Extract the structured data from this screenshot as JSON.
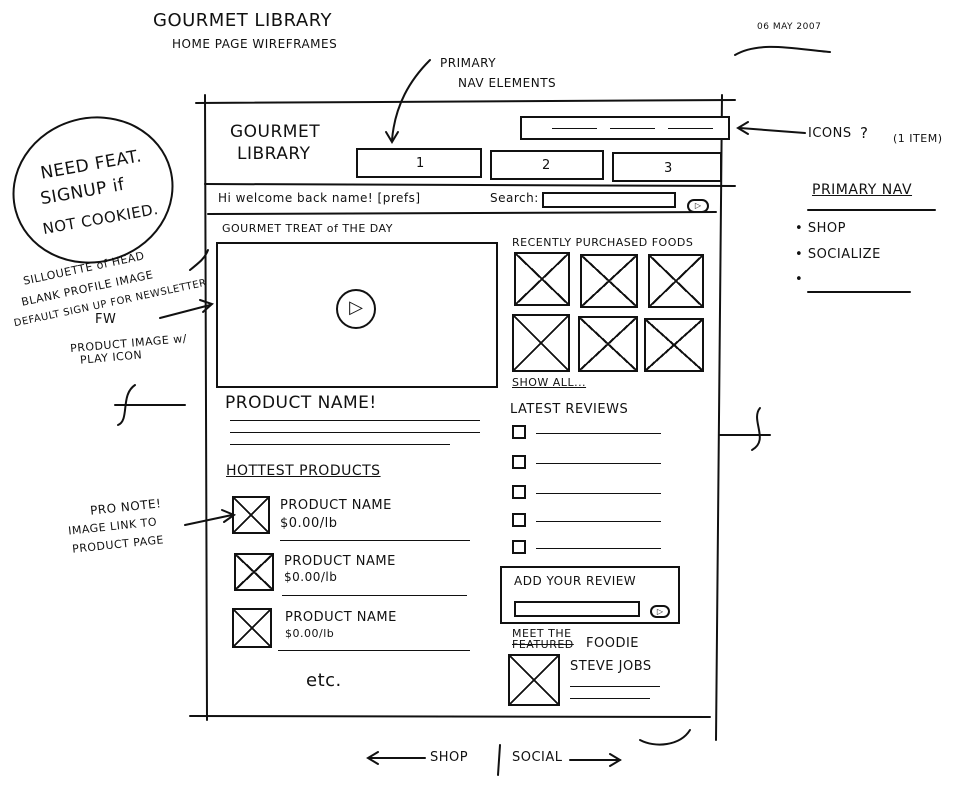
{
  "sheet": {
    "title": "GOURMET LIBRARY",
    "subtitle": "HOME PAGE WIREFRAMES",
    "date": "06 MAY 2007"
  },
  "annotations": {
    "primary_nav_elements": [
      "PRIMARY",
      "NAV ELEMENTS"
    ],
    "icons": "ICONS",
    "icons_question": "?",
    "icons_count": "(1 ITEM)",
    "need_feat_signup": [
      "NEED FEAT.",
      "SIGNUP if",
      "NOT COOKIED."
    ],
    "silhouette_note": [
      "SILLOUETTE of HEAD",
      "BLANK PROFILE IMAGE",
      "DEFAULT SIGN UP FOR NEWSLETTER"
    ],
    "fw": "FW",
    "product_image_note": [
      "PRODUCT IMAGE w/",
      "PLAY ICON"
    ],
    "pro_note": [
      "PRO NOTE!",
      "IMAGE LINK TO",
      "PRODUCT PAGE"
    ],
    "primary_nav_heading": "PRIMARY NAV",
    "primary_nav_items": [
      "SHOP",
      "SOCIALIZE"
    ],
    "footer_shop": "SHOP",
    "footer_social": "SOCIAL"
  },
  "wireframe": {
    "logo": [
      "GOURMET",
      "LIBRARY"
    ],
    "nav_tabs": [
      "1",
      "2",
      "3"
    ],
    "welcome": "Hi welcome back name! [prefs]",
    "search_label": "Search:",
    "treat_heading": "GOURMET TREAT of THE DAY",
    "product_name_big": "PRODUCT NAME!",
    "hottest_heading": "HOTTEST PRODUCTS",
    "hot_products": [
      {
        "name": "PRODUCT NAME",
        "price": "$0.00/lb"
      },
      {
        "name": "PRODUCT NAME",
        "price": "$0.00/lb"
      },
      {
        "name": "PRODUCT NAME",
        "price": "$0.00/lb"
      }
    ],
    "etc": "etc.",
    "recent_heading": "RECENTLY PURCHASED FOODS",
    "show_all": "SHOW ALL...",
    "reviews_heading": "LATEST REVIEWS",
    "add_review": "ADD YOUR REVIEW",
    "meet_line1": "MEET THE",
    "meet_struck": "FEATURED",
    "meet_line2": "FOODIE",
    "foodie_name": "STEVE JOBS"
  }
}
